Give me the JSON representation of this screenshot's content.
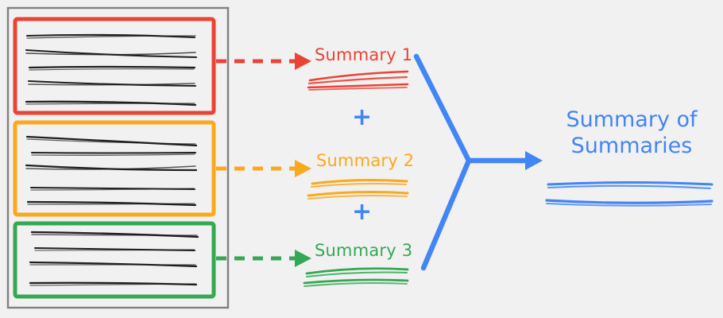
{
  "diagram": {
    "title": "Summary of Summaries pipeline",
    "colors": {
      "background": "#f1f1f1",
      "frame_gray": "#808080",
      "red": "#EA4335",
      "orange": "#FBA81C",
      "green": "#34A853",
      "blue": "#4285F4",
      "ink_black": "#1f1f1f"
    },
    "document_frame": {
      "name": "source-document",
      "chunks": [
        {
          "id": "chunk-1",
          "color": "#EA4335",
          "text_line_count": 5
        },
        {
          "id": "chunk-2",
          "color": "#FBA81C",
          "text_line_count": 5
        },
        {
          "id": "chunk-3",
          "color": "#34A853",
          "text_line_count": 4
        }
      ]
    },
    "arrows": [
      {
        "id": "arrow-chunk-1",
        "style": "dashed",
        "color": "#EA4335",
        "from": "chunk-1",
        "to": "summary-1"
      },
      {
        "id": "arrow-chunk-2",
        "style": "dashed",
        "color": "#FBA81C",
        "from": "chunk-2",
        "to": "summary-2"
      },
      {
        "id": "arrow-chunk-3",
        "style": "dashed",
        "color": "#34A853",
        "from": "chunk-3",
        "to": "summary-3"
      },
      {
        "id": "arrow-merge",
        "style": "solid",
        "color": "#4285F4",
        "from": "summaries",
        "to": "final-summary"
      }
    ],
    "summaries": [
      {
        "id": "summary-1",
        "label": "Summary 1",
        "color": "#EA4335",
        "scribble_line_count": 3
      },
      {
        "id": "summary-2",
        "label": "Summary 2",
        "color": "#FBA81C",
        "scribble_line_count": 2
      },
      {
        "id": "summary-3",
        "label": "Summary 3",
        "color": "#34A853",
        "scribble_line_count": 3
      }
    ],
    "operators": [
      {
        "id": "plus-1",
        "symbol": "+",
        "color": "#4285F4"
      },
      {
        "id": "plus-2",
        "symbol": "+",
        "color": "#4285F4"
      }
    ],
    "final": {
      "id": "final-summary",
      "label": "Summary of\nSummaries",
      "label_line_1": "Summary of",
      "label_line_2": "Summaries",
      "color": "#4285F4",
      "scribble_line_count": 2
    }
  }
}
